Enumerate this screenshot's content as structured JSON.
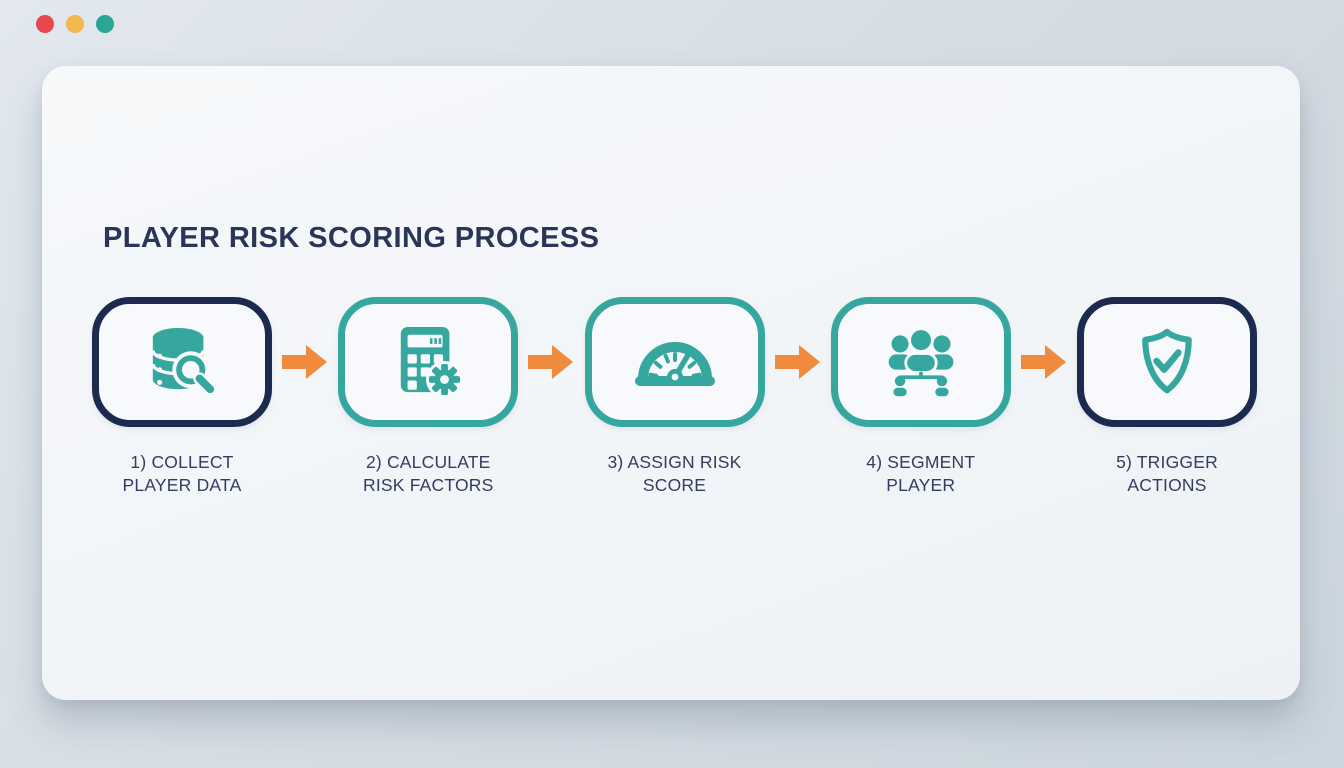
{
  "theme": {
    "teal": "#35A79E",
    "navy": "#1D2A4F",
    "navy_text": "#2B3557",
    "orange": "#F08A3C",
    "dot_red": "#E8474E",
    "dot_amber": "#F2B84B",
    "dot_teal": "#2AA596",
    "card_bg": "#F2F5F8",
    "box_bg": "#F7F9FC",
    "page_bg_1": "#E2E8EE",
    "page_bg_2": "#CBD5DD"
  },
  "window": {
    "dots": [
      {
        "name": "close",
        "color": "#E8474E"
      },
      {
        "name": "minimize",
        "color": "#F2B84B"
      },
      {
        "name": "zoom",
        "color": "#2AA596"
      }
    ]
  },
  "diagram": {
    "title": "PLAYER RISK SCORING PROCESS",
    "connector": "orange right arrow",
    "steps": [
      {
        "order": "1",
        "label_line1": "1) COLLECT",
        "label_line2": "PLAYER DATA",
        "icon": "database-search",
        "border": "navy"
      },
      {
        "order": "2",
        "label_line1": "2) CALCULATE",
        "label_line2": "RISK FACTORS",
        "icon": "calculator-gear",
        "border": "teal"
      },
      {
        "order": "3",
        "label_line1": "3) ASSIGN RISK",
        "label_line2": "SCORE",
        "icon": "gauge",
        "border": "teal"
      },
      {
        "order": "4",
        "label_line1": "4) SEGMENT",
        "label_line2": "PLAYER",
        "icon": "people-segment",
        "border": "teal"
      },
      {
        "order": "5",
        "label_line1": "5) TRIGGER",
        "label_line2": "ACTIONS",
        "icon": "shield-check",
        "border": "navy"
      }
    ]
  }
}
